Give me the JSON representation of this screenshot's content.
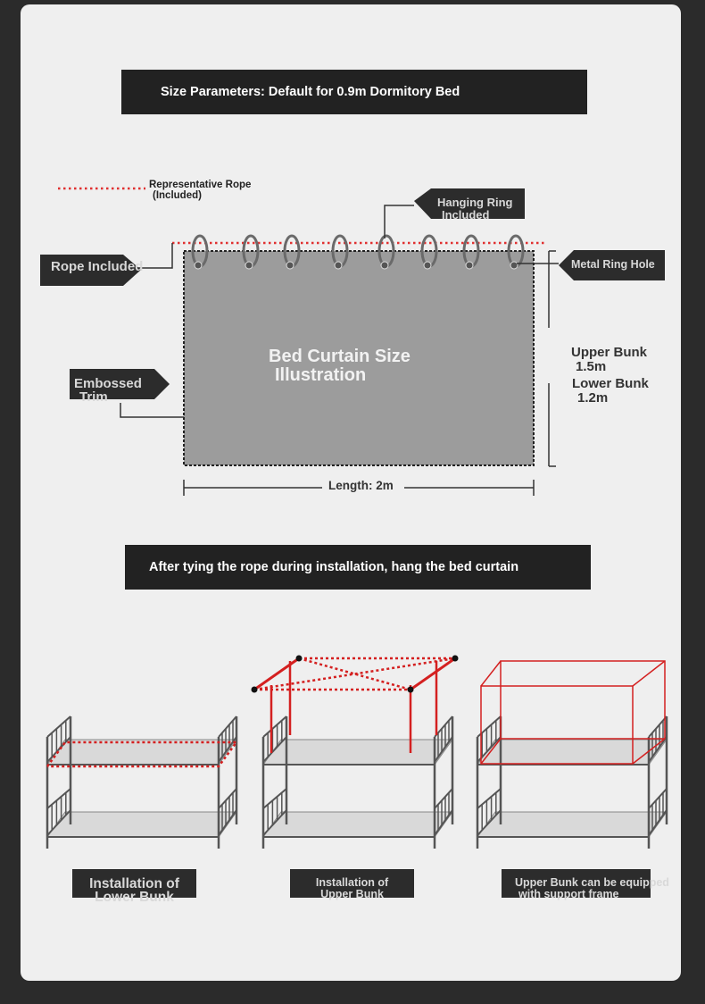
{
  "banners": {
    "size_title": "Size Parameters: Default for 0.9m Dormitory Bed",
    "install_title": "After tying the rope during installation, hang the bed curtain"
  },
  "labels": {
    "rope_rep_line1": "Representative Rope",
    "rope_rep_line2": "(Included)",
    "hanging_ring_line1": "Hanging Ring",
    "hanging_ring_line2": "Included",
    "rope_included": "Rope Included",
    "metal_ring_hole": "Metal Ring Hole",
    "embossed_line1": "Embossed",
    "embossed_line2": "Trim",
    "curtain_line1": "Bed Curtain Size",
    "curtain_line2": "Illustration",
    "upper_bunk": "Upper Bunk",
    "upper_value": "1.5m",
    "lower_bunk": "Lower Bunk",
    "lower_value": "1.2m",
    "length": "Length: 2m"
  },
  "captions": [
    {
      "line1": "Installation of",
      "line2": "Lower Bunk"
    },
    {
      "line1": "Installation of",
      "line2": "Upper Bunk"
    },
    {
      "line1": "Upper Bunk can be equipped",
      "line2": "with support frame"
    }
  ],
  "colors": {
    "background": "#2b2b2b",
    "card": "#efefef",
    "banner": "#222222",
    "curtain": "#9a9a9a",
    "rope": "#e03030",
    "frame_red": "#d42020",
    "bed_frame": "#555555",
    "mattress": "#d9d9d9"
  },
  "icons": [
    "hanging-ring-icon",
    "bunk-bed-icon"
  ]
}
